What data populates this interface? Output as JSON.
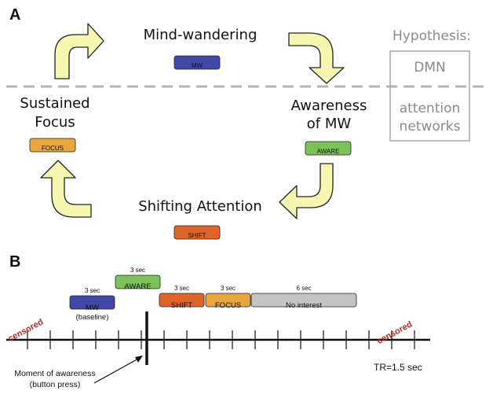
{
  "panel_a": {
    "label": "A",
    "states": {
      "mind_wandering": "Mind-wandering",
      "awareness_line1": "Awareness",
      "awareness_line2": "of MW",
      "shifting": "Shifting Attention",
      "sustained_line1": "Sustained",
      "sustained_line2": "Focus"
    },
    "tags": {
      "mw": "MW",
      "aware": "AWARE",
      "shift": "SHIFT",
      "focus": "FOCUS"
    },
    "hypothesis": {
      "title": "Hypothesis:",
      "dmn": "DMN",
      "attention_line1": "attention",
      "attention_line2": "networks"
    }
  },
  "panel_b": {
    "label": "B",
    "blocks": {
      "mw_duration": "3 sec",
      "mw_label": "MW",
      "mw_sub": "(baseline)",
      "aware_duration": "3 sec",
      "aware_label": "AWARE",
      "shift_duration": "3 sec",
      "shift_label": "SHIFT",
      "focus_duration": "3 sec",
      "focus_label": "FOCUS",
      "nointerest_duration": "6 sec",
      "nointerest_label": "No interest"
    },
    "censored": "censored",
    "moment_line1": "Moment of awareness",
    "moment_line2": "(button press)",
    "tr": "TR=1.5 sec"
  },
  "colors": {
    "mw": "#4048a8",
    "aware": "#7cc15a",
    "shift": "#e0652a",
    "focus": "#e8a640",
    "no_interest": "#c4c4c4",
    "arrow_fill": "#f6f7b0",
    "censored": "#b02a1e",
    "dashed_line": "#b5b5b5"
  }
}
